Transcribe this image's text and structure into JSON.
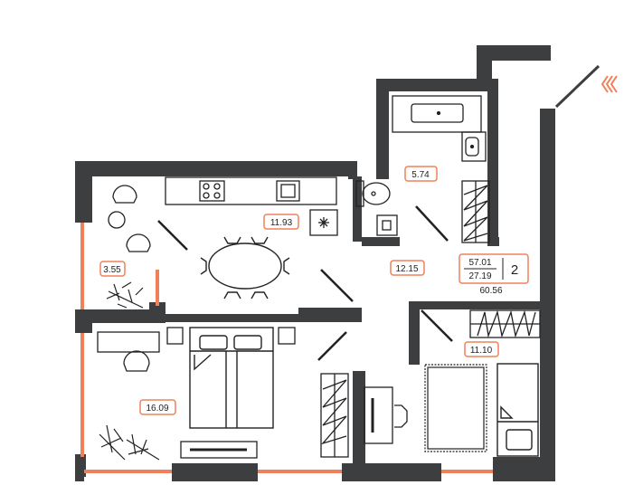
{
  "plan": {
    "wall_color": "#3d3e40",
    "window_color": "#f0805a",
    "accent_color": "#f0805a",
    "line_color": "#222222",
    "rooms": {
      "bathroom": "5.74",
      "kitchen": "11.93",
      "balcony": "3.55",
      "hall": "12.15",
      "bedroom": "16.09",
      "bedroom2": "11.10"
    },
    "summary": {
      "living_area": "57.01",
      "kitchen_area": "27.19",
      "total_area": "60.56",
      "rooms_count": "2"
    },
    "entrance_icon": "entrance-chevrons-icon"
  }
}
